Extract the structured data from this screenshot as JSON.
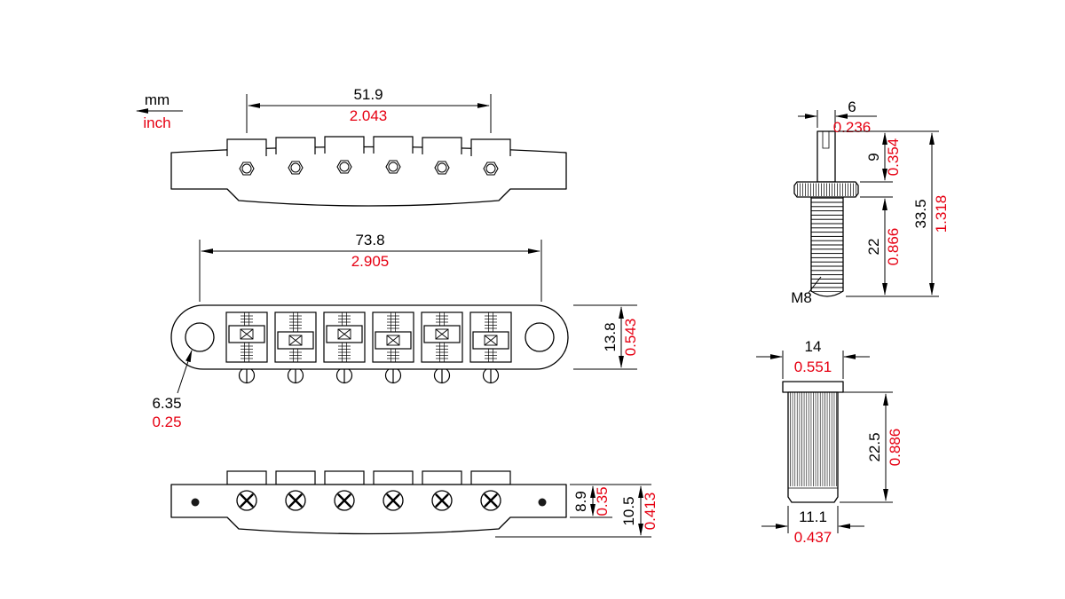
{
  "legend": {
    "mm_label": "mm",
    "inch_label": "inch"
  },
  "colors": {
    "line": "#000000",
    "inch_red": "#e60012",
    "background": "#ffffff"
  },
  "front_view": {
    "saddle_span_mm": "51.9",
    "saddle_span_in": "2.043"
  },
  "top_view": {
    "overall_mm": "73.8",
    "overall_in": "2.905",
    "width_mm": "13.8",
    "width_in": "0.543",
    "hole_mm": "6.35",
    "hole_in": "0.25"
  },
  "side_view": {
    "body_mm": "8.9",
    "body_in": "0.35",
    "total_mm": "10.5",
    "total_in": "0.413"
  },
  "post_view": {
    "shaft_mm": "6",
    "shaft_in": "0.236",
    "head_mm": "9",
    "head_in": "0.354",
    "thread_mm": "22",
    "thread_in": "0.866",
    "total_mm": "33.5",
    "total_in": "1.318",
    "thread_spec": "M8"
  },
  "bushing_view": {
    "flange_mm": "14",
    "flange_in": "0.551",
    "length_mm": "22.5",
    "length_in": "0.886",
    "body_mm": "11.1",
    "body_in": "0.437"
  }
}
